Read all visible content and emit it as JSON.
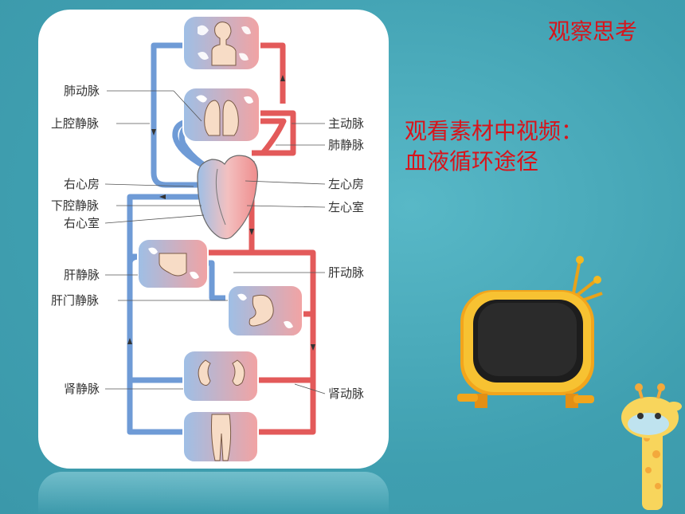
{
  "slide": {
    "tag": "观察思考",
    "prompt_line1": "观看素材中视频：",
    "prompt_line2": "血液循环途径"
  },
  "diagram": {
    "labels_left": {
      "pulmonary_artery": "肺动脉",
      "superior_vena_cava": "上腔静脉",
      "right_atrium": "右心房",
      "inferior_vena_cava": "下腔静脉",
      "right_ventricle": "右心室",
      "hepatic_vein": "肝静脉",
      "hepatic_portal_vein": "肝门静脉",
      "renal_vein": "肾静脉"
    },
    "labels_right": {
      "aorta": "主动脉",
      "pulmonary_vein": "肺静脉",
      "left_atrium": "左心房",
      "left_ventricle": "左心室",
      "hepatic_artery": "肝动脉",
      "renal_artery": "肾动脉"
    }
  },
  "colors": {
    "title_red": "#d8141b",
    "background_teal": "#43a5b6",
    "venous_blue": "#5b8fd1",
    "arterial_red": "#e04646"
  }
}
